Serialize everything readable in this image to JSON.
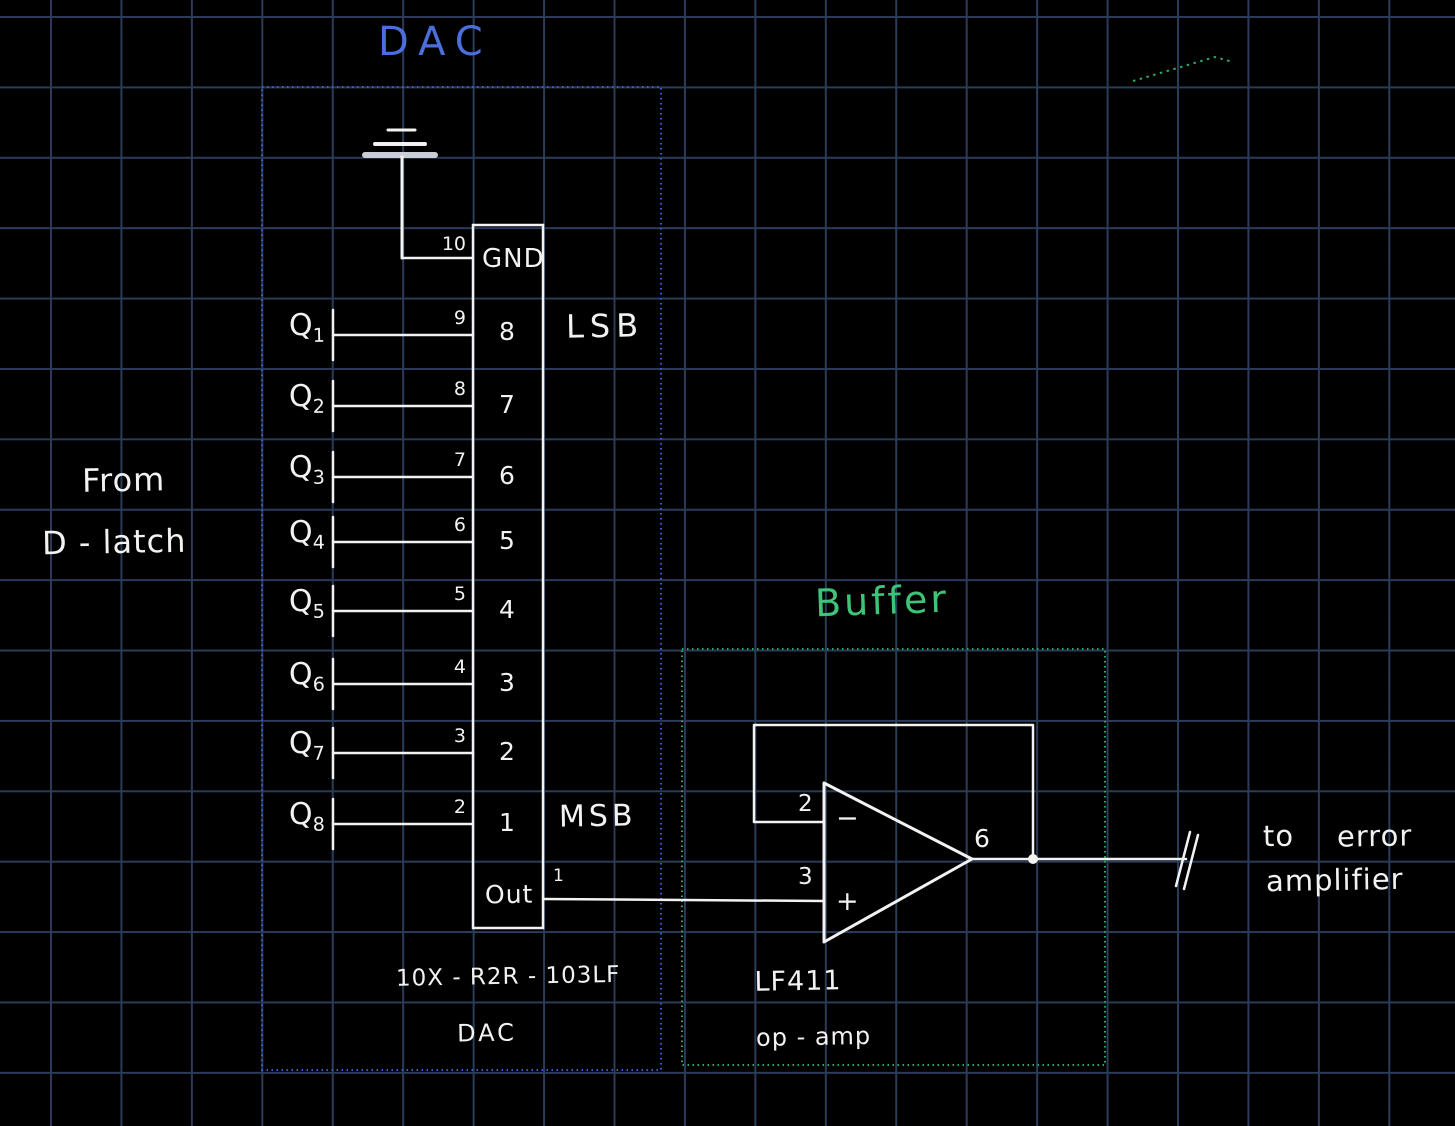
{
  "colors": {
    "background": "#000000",
    "grid": "#2b3c59",
    "ink": "#f2f2f2",
    "dac_blue": "#4a6edc",
    "dac_box_blue": "#3c5fd2",
    "buffer_green": "#3ec478",
    "buffer_box_green": "#2ea868",
    "ground_plate_gray": "#c9ced6"
  },
  "dac": {
    "title": "DAC",
    "gnd_pin": "10",
    "gnd_label": "GND",
    "lsb_label": "LSB",
    "msb_label": "MSB",
    "out_label": "Out",
    "out_pin": "1",
    "rows": [
      {
        "q": "Q",
        "sub": "1",
        "pin": "9",
        "bit": "8"
      },
      {
        "q": "Q",
        "sub": "2",
        "pin": "8",
        "bit": "7"
      },
      {
        "q": "Q",
        "sub": "3",
        "pin": "7",
        "bit": "6"
      },
      {
        "q": "Q",
        "sub": "4",
        "pin": "6",
        "bit": "5"
      },
      {
        "q": "Q",
        "sub": "5",
        "pin": "5",
        "bit": "4"
      },
      {
        "q": "Q",
        "sub": "6",
        "pin": "4",
        "bit": "3"
      },
      {
        "q": "Q",
        "sub": "7",
        "pin": "3",
        "bit": "2"
      },
      {
        "q": "Q",
        "sub": "8",
        "pin": "2",
        "bit": "1"
      }
    ],
    "part_number": "10X - R2R - 103LF",
    "part_name": "DAC"
  },
  "buffer": {
    "title": "Buffer",
    "opamp": {
      "inv_pin": "2",
      "noninv_pin": "3",
      "out_pin": "6",
      "inv_sign": "−",
      "noninv_sign": "+"
    },
    "part_number": "LF411",
    "part_name": "op - amp"
  },
  "annotations": {
    "source_line1": "From",
    "source_line2": "D - latch",
    "dest_word1": "to",
    "dest_word2": "error",
    "dest_line2": "amplifier"
  }
}
